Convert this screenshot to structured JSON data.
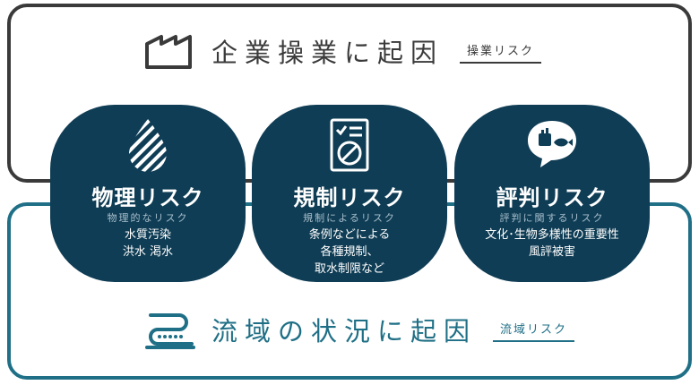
{
  "top_section": {
    "title": "企業操業に起因",
    "tag": "操業リスク",
    "icon": "factory-icon",
    "color": "#3a3a3a"
  },
  "bottom_section": {
    "title": "流域の状況に起因",
    "tag": "流域リスク",
    "icon": "river-icon",
    "color": "#1f6f86"
  },
  "risks": [
    {
      "name": "物理リスク",
      "subtitle": "物理的なリスク",
      "lines": [
        "水質汚染",
        "洪水 渇水"
      ],
      "icon": "water-drop-icon"
    },
    {
      "name": "規制リスク",
      "subtitle": "規制によるリスク",
      "lines": [
        "条例などによる",
        "各種規制、",
        "取水制限など"
      ],
      "icon": "checklist-prohibited-icon"
    },
    {
      "name": "評判リスク",
      "subtitle": "評判に関するリスク",
      "lines": [
        "文化･生物多様性の重要性",
        "風評被害"
      ],
      "icon": "speech-bubble-icon"
    }
  ],
  "colors": {
    "blob": "#0f3d55",
    "subtitle": "#a9bfcc"
  }
}
